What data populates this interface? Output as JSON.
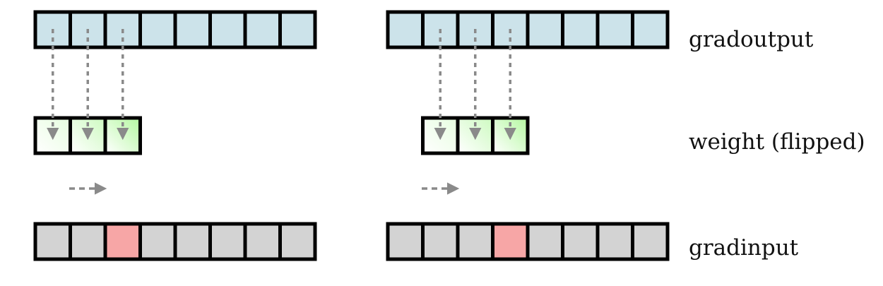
{
  "labels": {
    "gradoutput": "gradoutput",
    "weight": "weight (flipped)",
    "gradinput": "gradinput"
  },
  "colors": {
    "gradoutput_cell": "#cce3ea",
    "weight_light": "#ffffff",
    "weight_dark": "#b4f8a0",
    "gradinput_cell": "#d3d3d3",
    "gradinput_highlight": "#f7a6a6",
    "arrow": "#8a8a8a",
    "border": "#000000"
  },
  "panels": [
    {
      "gradoutput_cells": 8,
      "weight_cells": 3,
      "weight_offset": 0,
      "gradinput_cells": 8,
      "highlight_index": 2
    },
    {
      "gradoutput_cells": 8,
      "weight_cells": 3,
      "weight_offset": 1,
      "gradinput_cells": 8,
      "highlight_index": 3
    }
  ]
}
